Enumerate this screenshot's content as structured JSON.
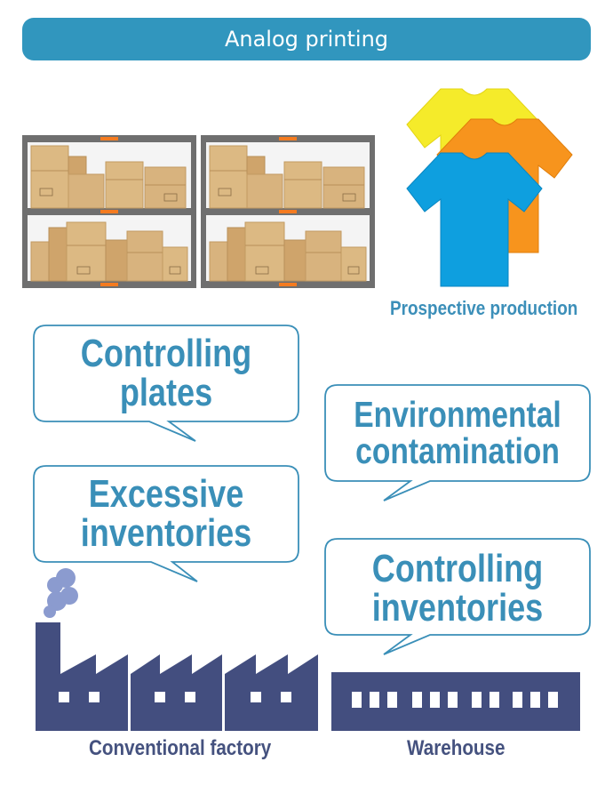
{
  "header": {
    "title": "Analog printing"
  },
  "labels": {
    "prospective": "Prospective production",
    "factory": "Conventional factory",
    "warehouse": "Warehouse"
  },
  "bubbles": {
    "plates": {
      "line1": "Controlling",
      "line2": "plates"
    },
    "excessive": {
      "line1": "Excessive",
      "line2": "inventories"
    },
    "environmental": {
      "line1": "Environmental",
      "line2": "contamination"
    },
    "inventories": {
      "line1": "Controlling",
      "line2": "inventories"
    }
  },
  "colors": {
    "header": "#3196be",
    "bubble_border": "#3a8fb8",
    "building": "#434e7f",
    "smoke": "#8b9bcf",
    "shirt_yellow": "#f5eb2a",
    "shirt_orange": "#f7941d",
    "shirt_blue": "#0e9fdf",
    "box": "#d8b37e",
    "shelf": "#6f6f6f"
  },
  "icons": [
    "shelf-with-boxes-icon",
    "t-shirts-icon",
    "factory-icon",
    "warehouse-icon",
    "smoke-icon"
  ]
}
